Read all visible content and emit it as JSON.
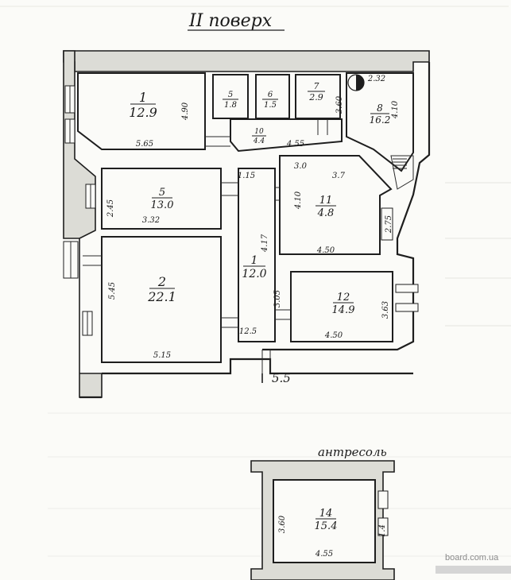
{
  "title": "II поверх",
  "mezzanine_title": "антресоль",
  "watermark": "board.com.ua",
  "entrance_area": "5.5",
  "rooms": [
    {
      "id": "1",
      "area": "12.9"
    },
    {
      "id": "5",
      "area": "13.0"
    },
    {
      "id": "2",
      "area": "22.1"
    },
    {
      "id": "1",
      "area": "12.0"
    },
    {
      "id": "5",
      "area": "1.8"
    },
    {
      "id": "6",
      "area": "1.5"
    },
    {
      "id": "7",
      "area": "2.9"
    },
    {
      "id": "8",
      "area": "16.2"
    },
    {
      "id": "10",
      "area": "4.4"
    },
    {
      "id": "11",
      "area": "4.8"
    },
    {
      "id": "12",
      "area": "14.9"
    },
    {
      "id": "14",
      "area": "15.4"
    }
  ],
  "dimensions": [
    "5.65",
    "4.90",
    "2.32",
    "3.60",
    "4.10",
    "4.55",
    "1.15",
    "2.45",
    "3.32",
    "3.0",
    "3.7",
    "4.10",
    "2.75",
    "4.50",
    "4.17",
    "5.45",
    "5.15",
    "3.05",
    "12.5",
    "3.63",
    "4.50",
    "3.60",
    "4.55",
    "1.4"
  ]
}
